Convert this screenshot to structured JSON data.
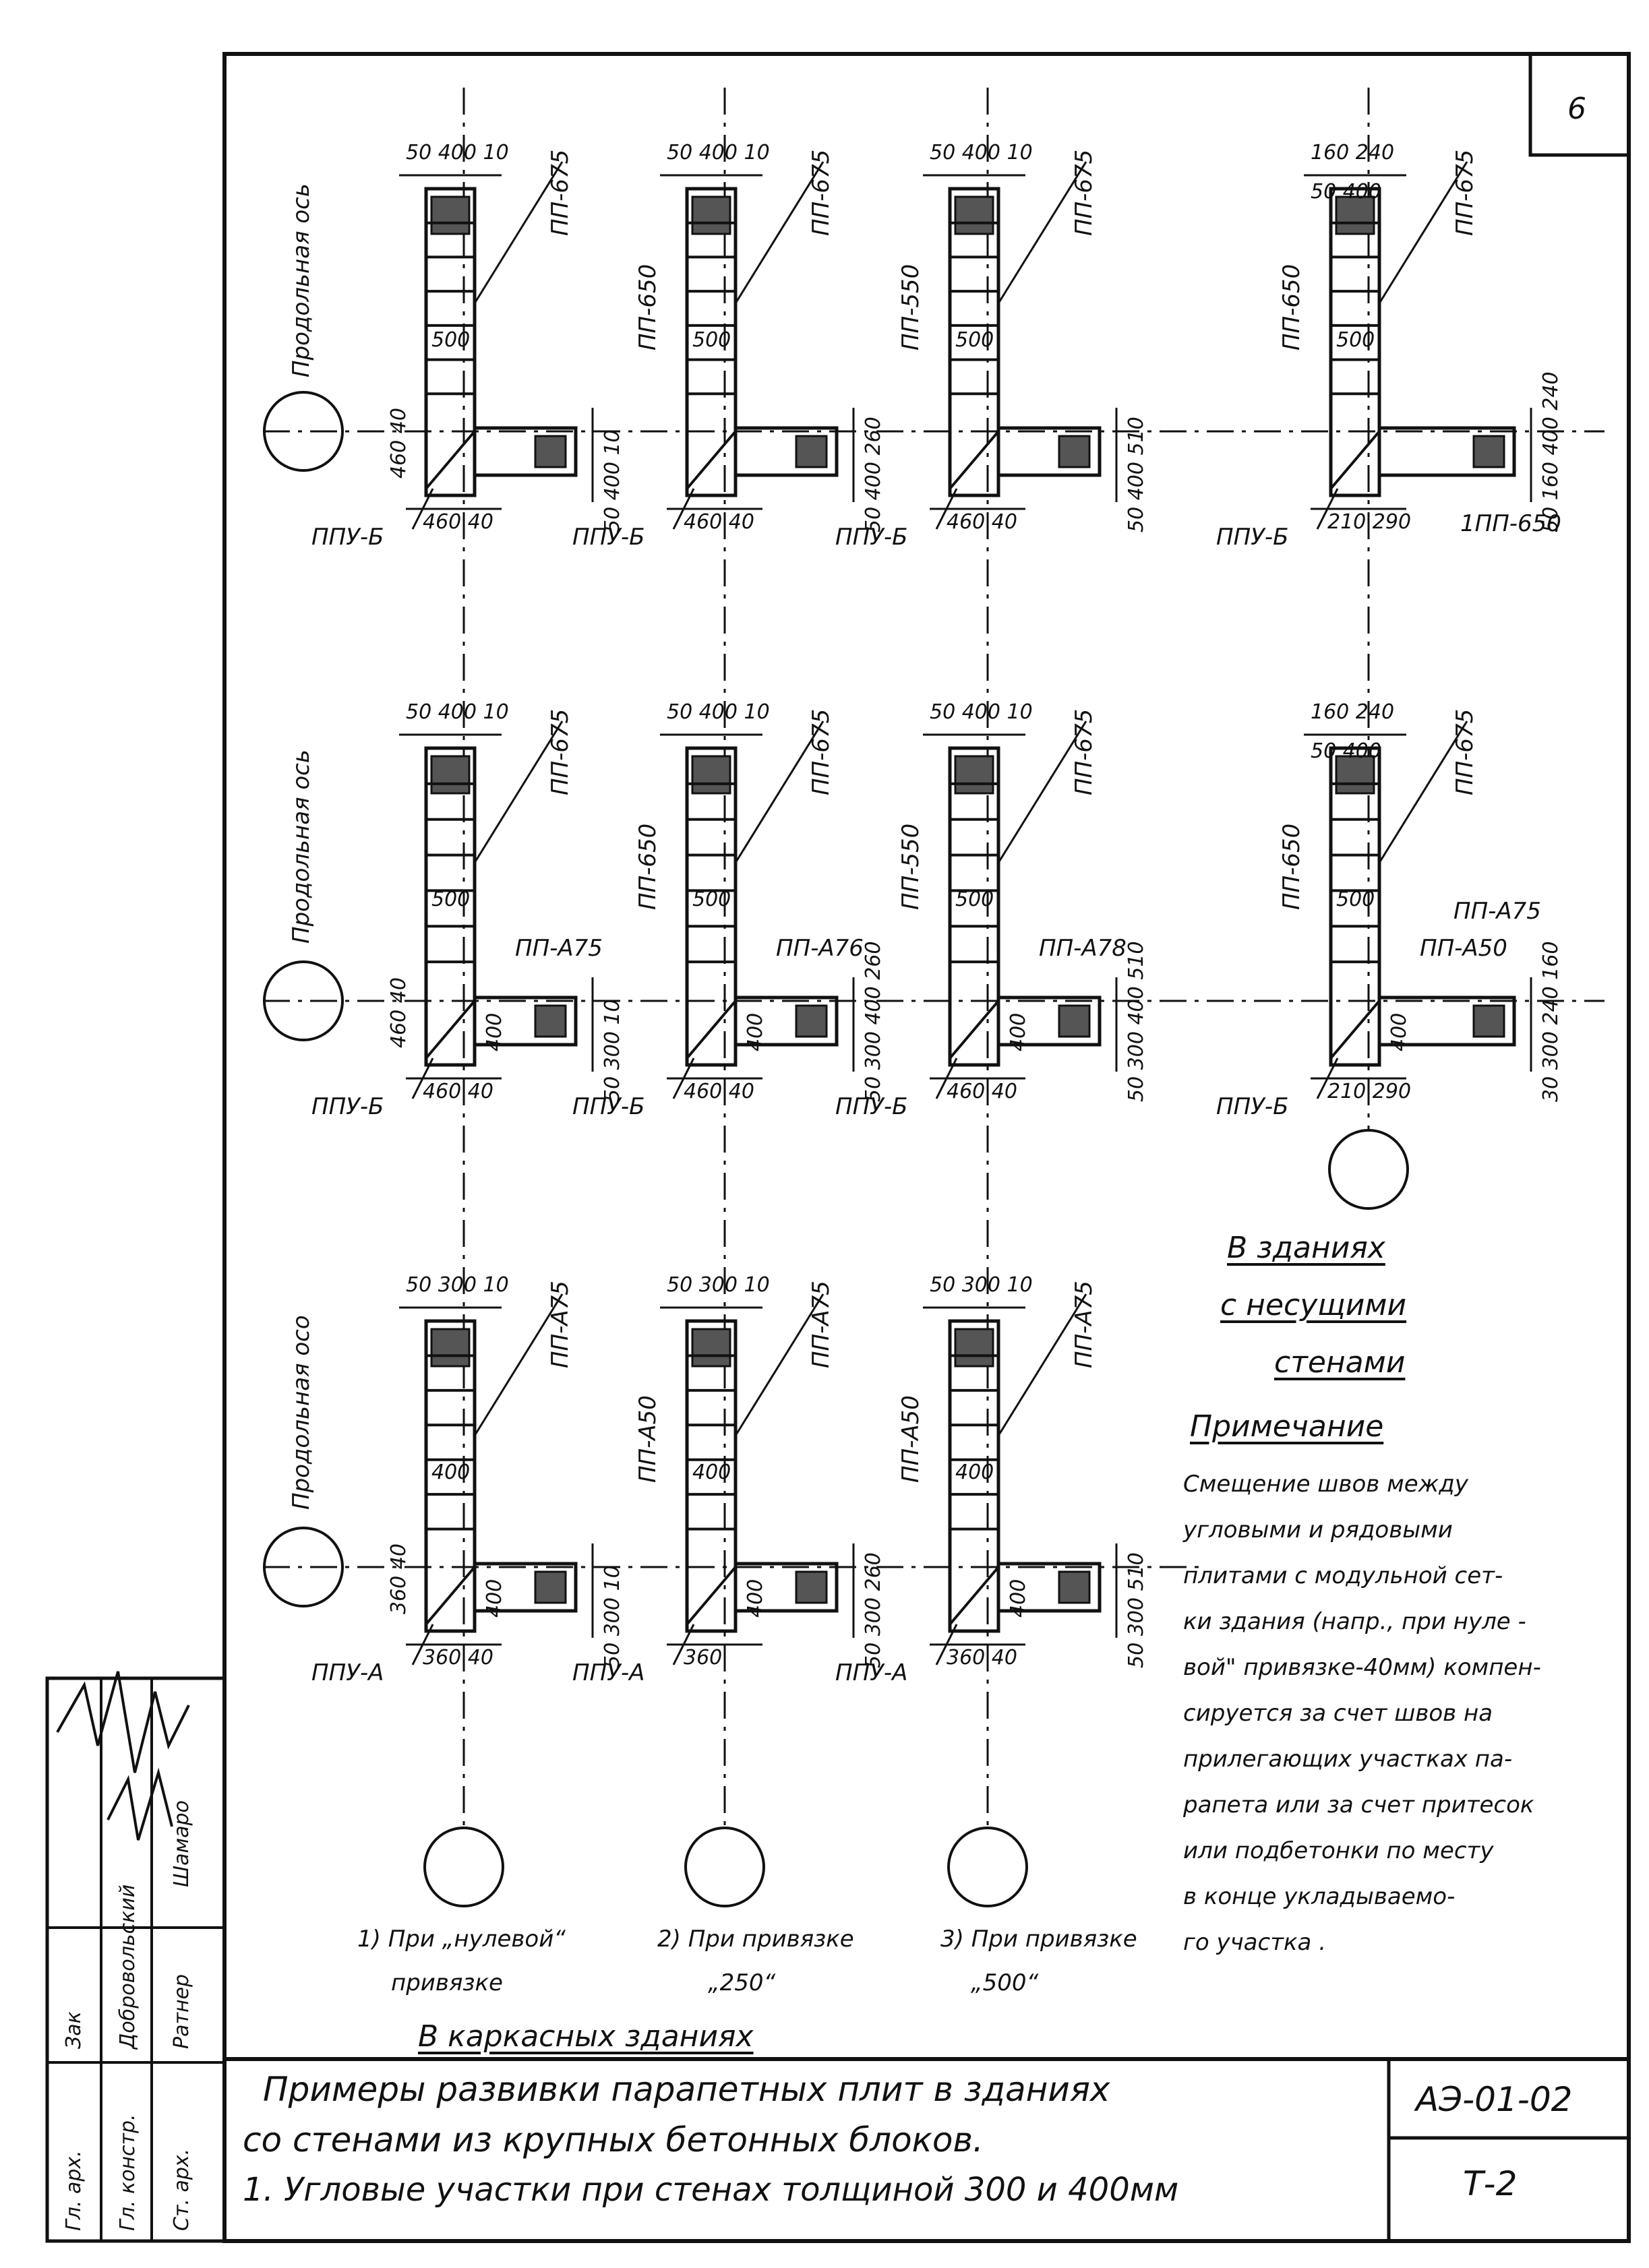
{
  "sheet_number": "6",
  "axis_label": "Продольная ось",
  "axis_label_short": "Продольная осо",
  "column_captions": [
    "1) При „нулевой“",
    "привязке",
    "2) При привязке",
    "„250“",
    "3) При привязке",
    "„500“"
  ],
  "section_frame": "В каркасных зданиях",
  "section_walls": [
    "В зданиях",
    "с несущими",
    "стенами"
  ],
  "note_title": "Примечание",
  "note_lines": [
    "Смещение швов между",
    "угловыми и рядовыми",
    "плитами с модульной сет-",
    "ки здания (напр., при нуле -",
    "вой\" привязке-40мм) компен-",
    "сируется за счет швов на",
    "прилегающих участках па-",
    "рапета или за счет притесок",
    "или подбетонки по месту",
    "в конце укладываемо-",
    "го участка ."
  ],
  "title_lines": [
    "Примеры развивки парапетных плит в зданиях",
    "со стенами из крупных бетонных блоков.",
    "1. Угловые участки при стенах толщиной 300 и 400мм"
  ],
  "doc_code": "АЭ-01-02",
  "sheet_code": "Т-2",
  "stamp": {
    "roles": [
      "Гл. арх.",
      "Гл. констр.",
      "Ст. арх."
    ],
    "names": [
      "Зак",
      "Добровольский",
      "Ратнер"
    ],
    "extra": "Шамаро"
  },
  "row1": [
    {
      "dims_top": "50 400 10",
      "plate_top": "ПП-675",
      "plate_side": "",
      "mid": "500",
      "left_v": "460 40",
      "right_v": "50 400 10",
      "bottom": "460 40",
      "corner": "ППУ-Б"
    },
    {
      "dims_top": "50 400 10",
      "plate_top": "ПП-675",
      "plate_side": "ПП-650",
      "mid": "500",
      "left_v": "",
      "right_v": "50 400 260",
      "bottom": "460 40",
      "corner": "ППУ-Б"
    },
    {
      "dims_top": "50 400 10",
      "plate_top": "ПП-675",
      "plate_side": "ПП-550",
      "mid": "500",
      "left_v": "",
      "right_v": "50 400 510",
      "bottom": "460 40",
      "corner": "ППУ-Б"
    },
    {
      "dims_top": "160 240",
      "dims_top2": "50 400",
      "plate_top": "ПП-675",
      "plate_side": "ПП-650",
      "mid": "500",
      "left_v": "",
      "right_v": "50 160 400 240",
      "bottom": "210 290",
      "corner": "ППУ-Б",
      "plate_right": "1ПП-650"
    }
  ],
  "row2": [
    {
      "dims_top": "50 400 10",
      "plate_top": "ПП-675",
      "plate_side": "",
      "mid": "500",
      "left_v": "460 40",
      "right_v": "50 300 10",
      "bottom": "460 40",
      "corner": "ППУ-Б",
      "plate_a": "ПП-А75",
      "small": "400"
    },
    {
      "dims_top": "50 400 10",
      "plate_top": "ПП-675",
      "plate_side": "ПП-650",
      "mid": "500",
      "left_v": "",
      "right_v": "50 300 400 260",
      "bottom": "460 40",
      "corner": "ППУ-Б",
      "plate_a": "ПП-А76",
      "small": "400"
    },
    {
      "dims_top": "50 400 10",
      "plate_top": "ПП-675",
      "plate_side": "ПП-550",
      "mid": "500",
      "left_v": "",
      "right_v": "50 300 400 510",
      "bottom": "460 40",
      "corner": "ППУ-Б",
      "plate_a": "ПП-А78",
      "small": "400"
    },
    {
      "dims_top": "160 240",
      "dims_top2": "50 400",
      "plate_top": "ПП-675",
      "plate_side": "ПП-650",
      "mid": "500",
      "left_v": "",
      "right_v": "30 300 240 160",
      "bottom": "210 290",
      "corner": "ППУ-Б",
      "plate_a": "ПП-А50",
      "plate_a2": "ПП-А75",
      "small": "400"
    }
  ],
  "row3": [
    {
      "dims_top": "50 300 10",
      "plate_top": "ПП-А75",
      "plate_side": "",
      "mid": "400",
      "left_v": "360 40",
      "right_v": "50 300 10",
      "bottom": "360 40",
      "corner": "ППУ-А",
      "small": "400"
    },
    {
      "dims_top": "50 300 10",
      "plate_top": "ПП-А75",
      "plate_side": "ПП-А50",
      "mid": "400",
      "left_v": "",
      "right_v": "50 300 260",
      "bottom": "360",
      "corner": "ППУ-А",
      "small": "400"
    },
    {
      "dims_top": "50 300 10",
      "plate_top": "ПП-А75",
      "plate_side": "ПП-А50",
      "mid": "400",
      "left_v": "",
      "right_v": "50 300 510",
      "bottom": "360 40",
      "corner": "ППУ-А",
      "small": "400"
    }
  ]
}
